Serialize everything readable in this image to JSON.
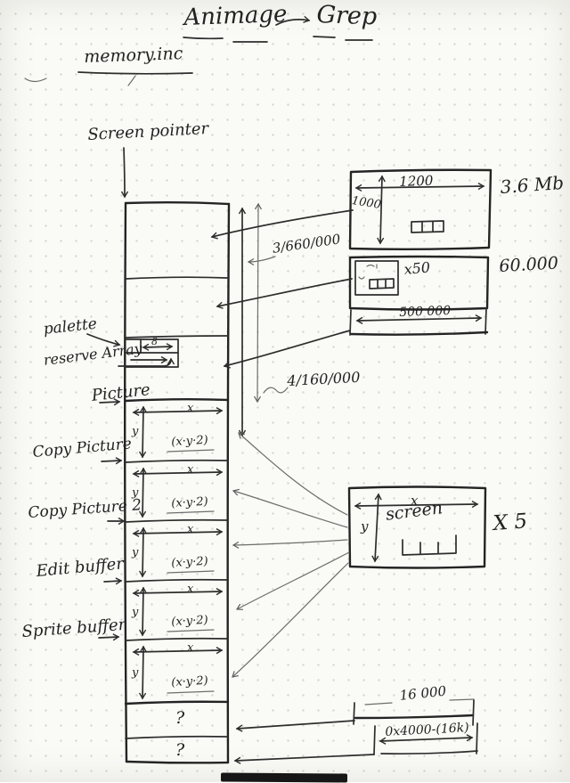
{
  "page": {
    "title_left": "Animage",
    "title_right": "Grep",
    "subtitle": "memory.inc"
  },
  "screen_pointer_label": "Screen pointer",
  "column": {
    "palette_label": "palette",
    "palette_width": "8",
    "reserve_array_label": "reserve Array",
    "picture_label": "Picture",
    "copy_picture_label": "Copy Picture",
    "copy_picture2_label": "Copy Picture 2",
    "edit_buffer_label": "Edit buffer",
    "sprite_buffer_label": "Sprite buffer",
    "sections": [
      {
        "x": "x",
        "y": "y",
        "size": "(x·y·2)"
      },
      {
        "x": "x",
        "y": "y",
        "size": "(x·y·2)"
      },
      {
        "x": "x",
        "y": "y",
        "size": "(x·y·2)"
      },
      {
        "x": "x",
        "y": "y",
        "size": "(x·y·2)"
      },
      {
        "x": "x",
        "y": "y",
        "size": "(x·y·2)"
      }
    ],
    "unknown1": "?",
    "unknown2": "?"
  },
  "screen_detail": {
    "width": "1200",
    "height": "1000",
    "size": "3.6 Mb"
  },
  "sprite_detail": {
    "count": "x50",
    "size": "60.000",
    "width_total": "500 000"
  },
  "screen_tile": {
    "x": "x",
    "y": "y",
    "name": "screen",
    "multiplier": "X 5"
  },
  "measures": {
    "screens_total": "3/660/000",
    "all_total": "4/160/000",
    "bottom_size": "16 000",
    "bottom_hex": "0x4000-(16k)"
  }
}
